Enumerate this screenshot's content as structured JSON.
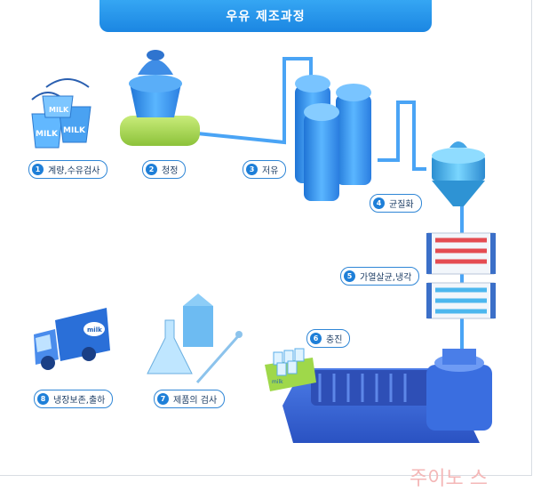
{
  "header": {
    "title": "우유 제조과정"
  },
  "steps": [
    {
      "num": "1",
      "label": "계량,수유검사"
    },
    {
      "num": "2",
      "label": "청정"
    },
    {
      "num": "3",
      "label": "저유"
    },
    {
      "num": "4",
      "label": "균질화"
    },
    {
      "num": "5",
      "label": "가열살균,냉각"
    },
    {
      "num": "6",
      "label": "충진"
    },
    {
      "num": "7",
      "label": "제품의 검사"
    },
    {
      "num": "8",
      "label": "냉장보존,출하"
    }
  ],
  "illustration": {
    "bucket_text": "MILK",
    "carton_text": "milk",
    "truck_text": "milk"
  },
  "watermark": {
    "text": "주이노 스"
  },
  "colors": {
    "title_bar": "#1e8ae6",
    "badge": "#1e7fd8",
    "pipe": "#3a9af2",
    "tank": "#2f86e8",
    "filter": "#a6d64b"
  },
  "icons": [
    "milk-buckets-icon",
    "clarifier-icon",
    "storage-tanks-icon",
    "homogenizer-icon",
    "heat-exchanger-icon",
    "conveyor-icon",
    "flask-icon",
    "truck-icon"
  ]
}
